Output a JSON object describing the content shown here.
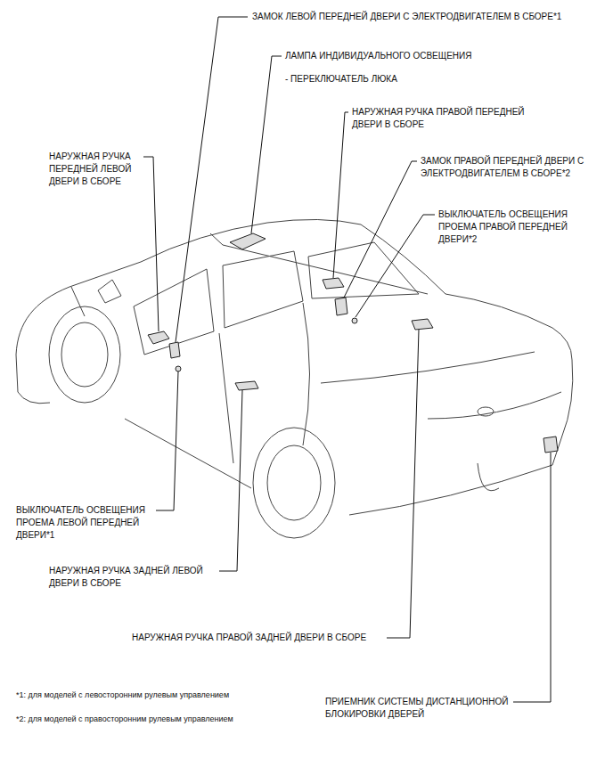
{
  "diagram": {
    "labels": [
      "ЗАМОК ЛЕВОЙ ПЕРЕДНЕЙ ДВЕРИ С ЭЛЕКТРОДВИГАТЕЛЕМ В СБОРЕ*1",
      "ЛАМПА ИНДИВИДУАЛЬНОГО ОСВЕЩЕНИЯ",
      "- ПЕРЕКЛЮЧАТЕЛЬ ЛЮКА",
      "НАРУЖНАЯ РУЧКА ПРАВОЙ ПЕРЕДНЕЙ ДВЕРИ В СБОРЕ",
      "НАРУЖНАЯ РУЧКА ПЕРЕДНЕЙ ЛЕВОЙ ДВЕРИ В СБОРЕ",
      "ЗАМОК ПРАВОЙ ПЕРЕДНЕЙ ДВЕРИ С ЭЛЕКТРОДВИГАТЕЛЕМ В СБОРЕ*2",
      "ВЫКЛЮЧАТЕЛЬ ОСВЕЩЕНИЯ ПРОЕМА ПРАВОЙ ПЕРЕДНЕЙ ДВЕРИ*2",
      "ВЫКЛЮЧАТЕЛЬ ОСВЕЩЕНИЯ ПРОЕМА ЛЕВОЙ ПЕРЕДНЕЙ ДВЕРИ*1",
      "НАРУЖНАЯ РУЧКА ЗАДНЕЙ ЛЕВОЙ ДВЕРИ В СБОРЕ",
      "НАРУЖНАЯ РУЧКА ПРАВОЙ ЗАДНЕЙ ДВЕРИ В СБОРЕ",
      "*1: для моделей с левосторонним рулевым управлением",
      "*2: для моделей с правосторонним рулевым управлением",
      "ПРИЕМНИК СИСТЕМЫ ДИСТАНЦИОННОЙ БЛОКИРОВКИ ДВЕРЕЙ"
    ]
  }
}
